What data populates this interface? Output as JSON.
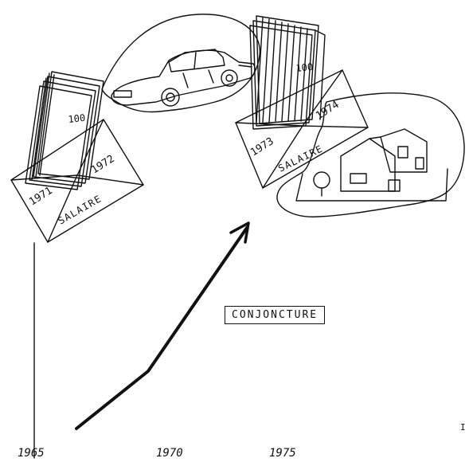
{
  "left_envelope": {
    "year_left": "1971",
    "year_right": "1972",
    "label": "SALAIRE",
    "banknote_value": "100"
  },
  "right_envelope": {
    "year_left": "1973",
    "year_right": "1974",
    "label": "SALAIRE",
    "banknote_value": "100"
  },
  "center_label": "CONJONCTURE",
  "timeline_years": [
    "1965",
    "1970",
    "1975"
  ],
  "corner_mark": "I",
  "pictures": {
    "car": "car-drawing",
    "house": "house-drawing",
    "arrow": "rising-arrow"
  }
}
